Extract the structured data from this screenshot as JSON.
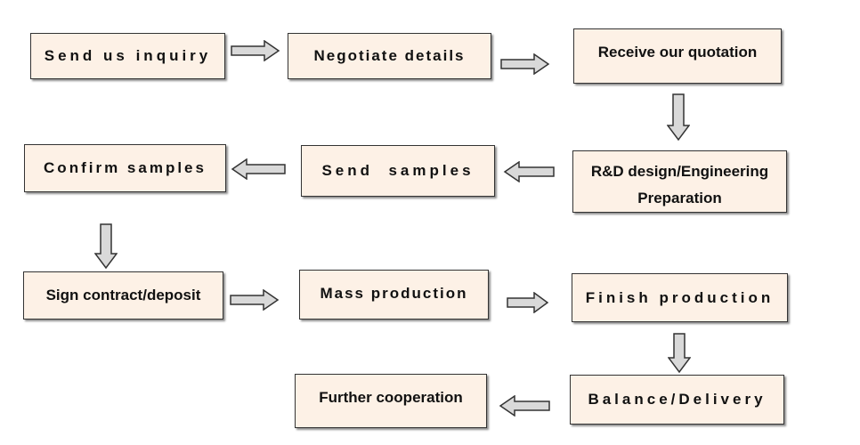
{
  "flowchart": {
    "steps": [
      {
        "label": "Send us inquiry"
      },
      {
        "label": "Negotiate details"
      },
      {
        "label": "Receive our quotation"
      },
      {
        "label": "R&D design/Engineering Preparation"
      },
      {
        "label": "Send  samples"
      },
      {
        "label": "Confirm samples"
      },
      {
        "label": "Sign contract/deposit"
      },
      {
        "label": "Mass production"
      },
      {
        "label": "Finish production"
      },
      {
        "label": "Balance/Delivery"
      },
      {
        "label": "Further cooperation"
      }
    ]
  },
  "colors": {
    "box_fill": "#fdf1e6",
    "box_border": "#333333",
    "arrow_fill": "#d9d9d9",
    "arrow_stroke": "#333333"
  }
}
